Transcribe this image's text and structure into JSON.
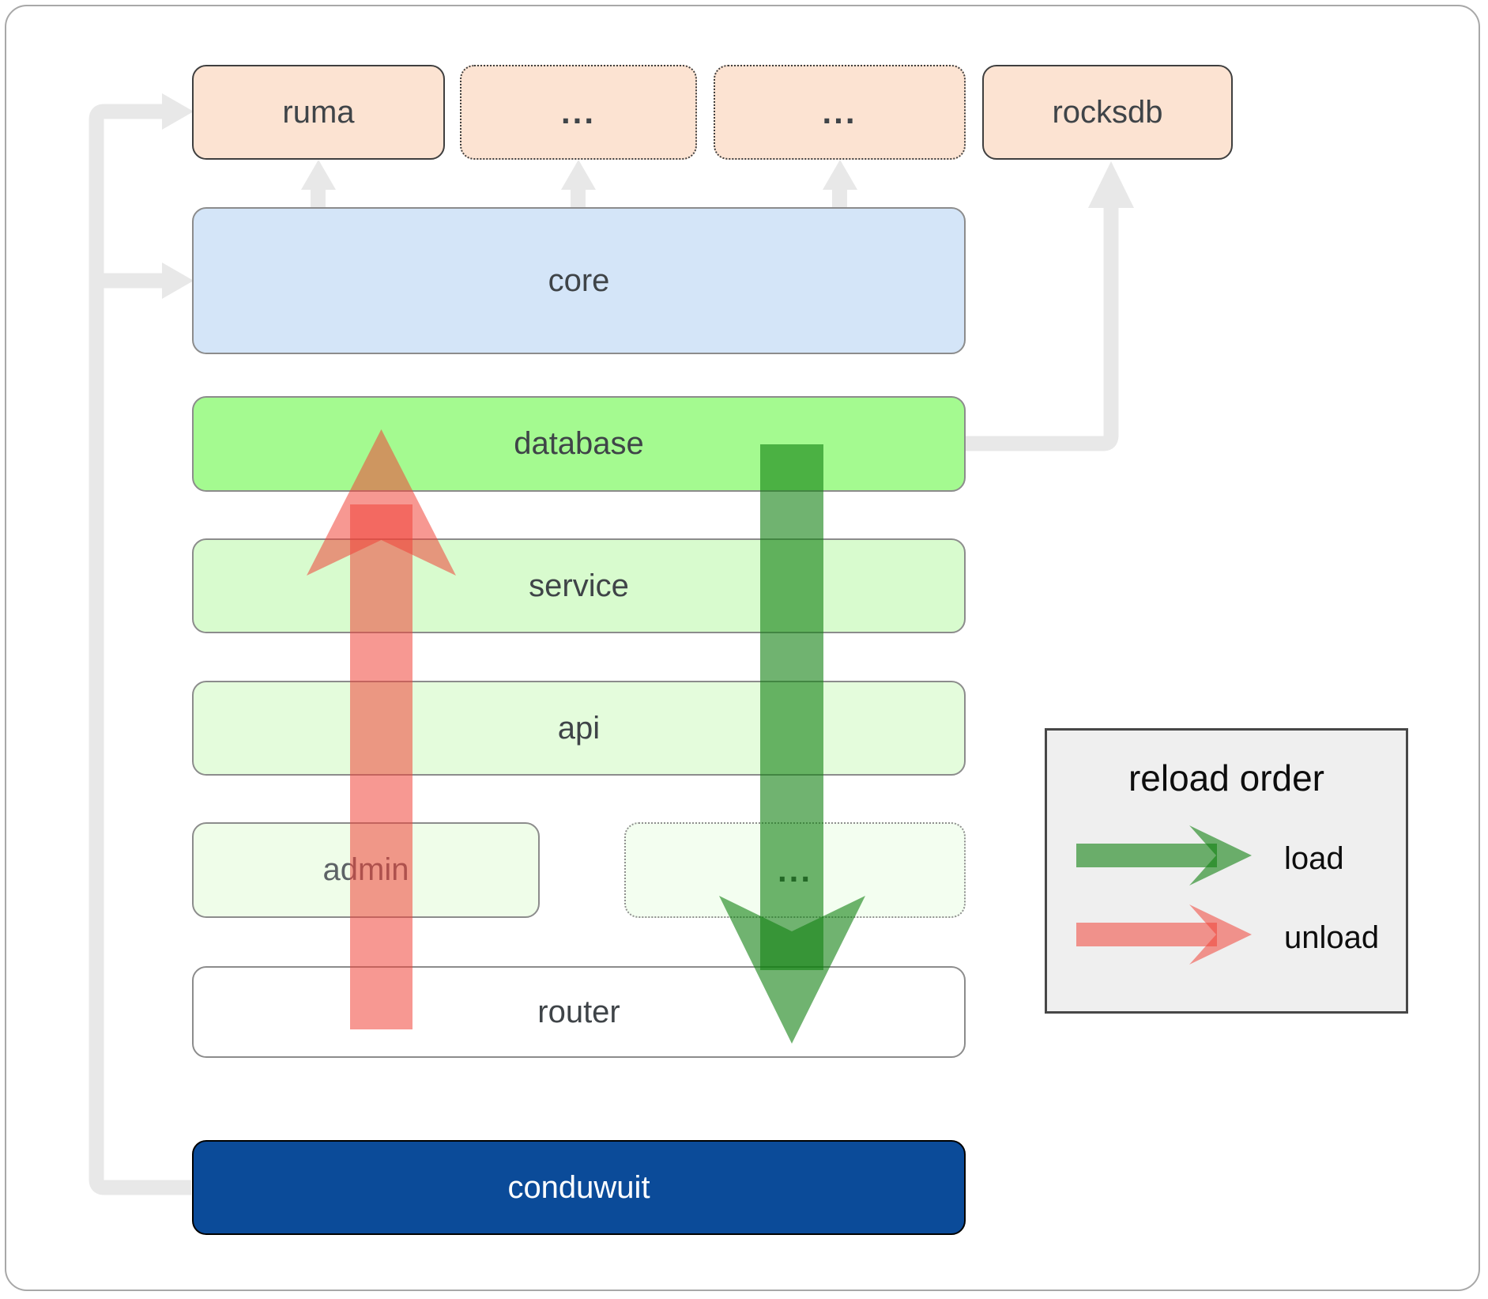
{
  "boxes": {
    "ruma": "ruma",
    "ellipsis_top_1": "...",
    "ellipsis_top_2": "...",
    "rocksdb": "rocksdb",
    "core": "core",
    "database": "database",
    "service": "service",
    "api": "api",
    "admin": "admin",
    "ellipsis_admin": "...",
    "router": "router",
    "conduwuit": "conduwuit"
  },
  "legend": {
    "title": "reload order",
    "items": [
      {
        "label": "load"
      },
      {
        "label": "unload"
      }
    ]
  },
  "colors": {
    "peach": "#fce3d2",
    "blue": "#d4e5f8",
    "green-bright": "#a4fa90",
    "green-light": "#d8fbce",
    "green-lighter": "#e4fcdc",
    "green-faint": "#effde9",
    "green-faintest": "#f3fef0",
    "white": "#ffffff",
    "navy": "#0b4b99",
    "connector-gray": "#e8e8e8",
    "arrow-green": "rgba(16,128,16,0.6)",
    "arrow-red": "rgba(240,68,56,0.55)",
    "label-dark": "#3f4448",
    "label-muted": "#5d6266",
    "border-gray": "#8c8c8c",
    "border-dark": "#3f3f3f",
    "legend-bg": "#efefef",
    "legend-border": "#474747"
  }
}
